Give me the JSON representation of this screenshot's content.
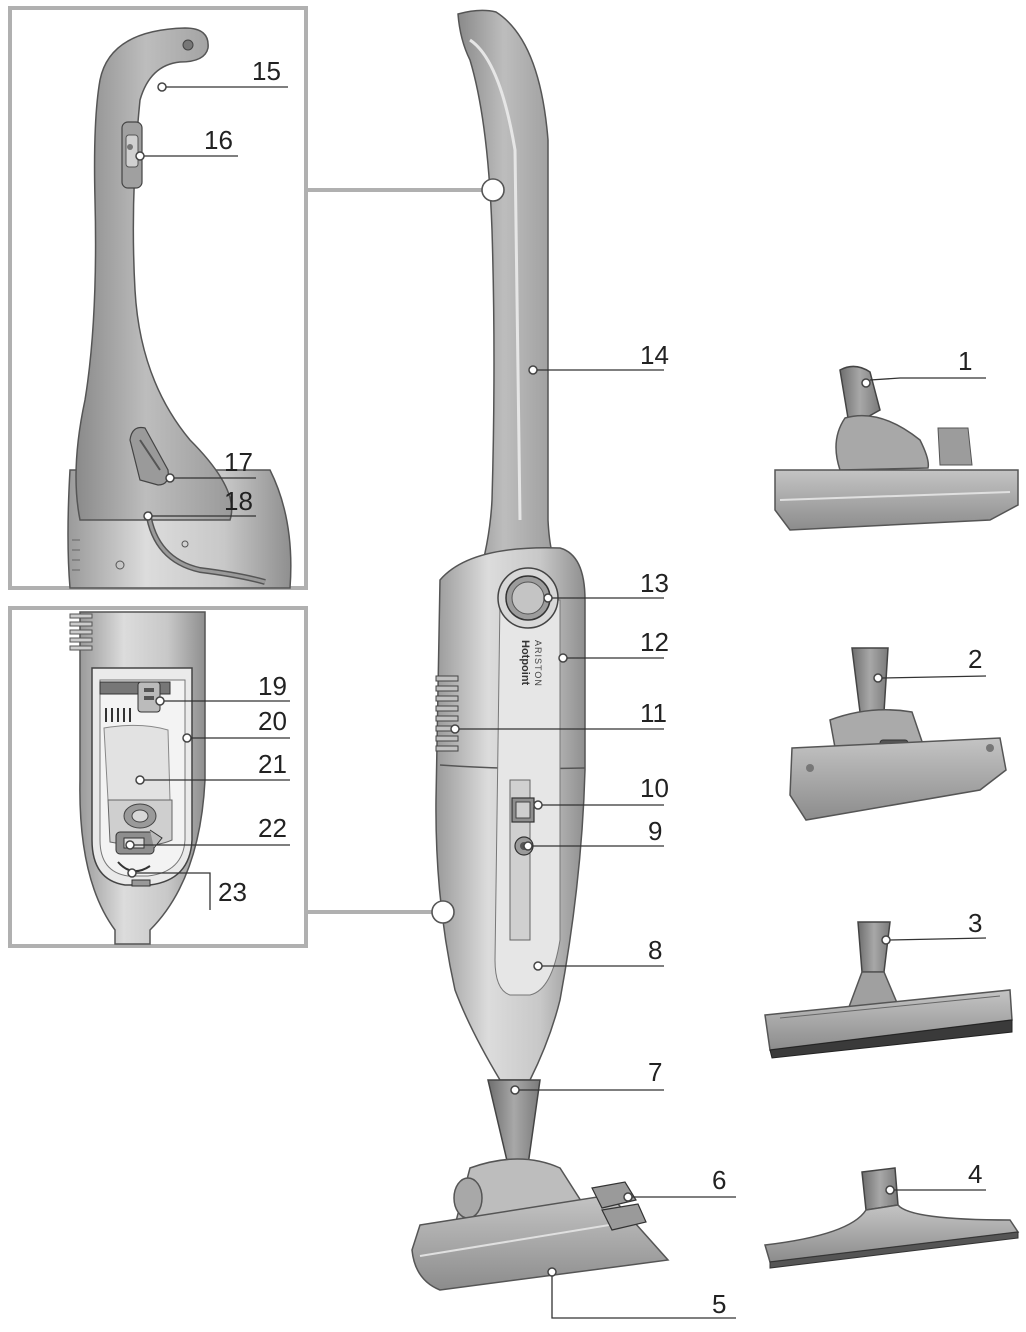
{
  "brand": {
    "line1": "Hotpoint",
    "line2": "ARISTON"
  },
  "colors": {
    "body_light": "#d9d9d9",
    "body_mid": "#b4b4b4",
    "body_dark": "#8a8a8a",
    "outline": "#555555",
    "frame": "#b0b0b0",
    "brush": "#3a3a3a"
  },
  "labels": {
    "l1": "1",
    "l2": "2",
    "l3": "3",
    "l4": "4",
    "l5": "5",
    "l6": "6",
    "l7": "7",
    "l8": "8",
    "l9": "9",
    "l10": "10",
    "l11": "11",
    "l12": "12",
    "l13": "13",
    "l14": "14",
    "l15": "15",
    "l16": "16",
    "l17": "17",
    "l18": "18",
    "l19": "19",
    "l20": "20",
    "l21": "21",
    "l22": "22",
    "l23": "23"
  }
}
